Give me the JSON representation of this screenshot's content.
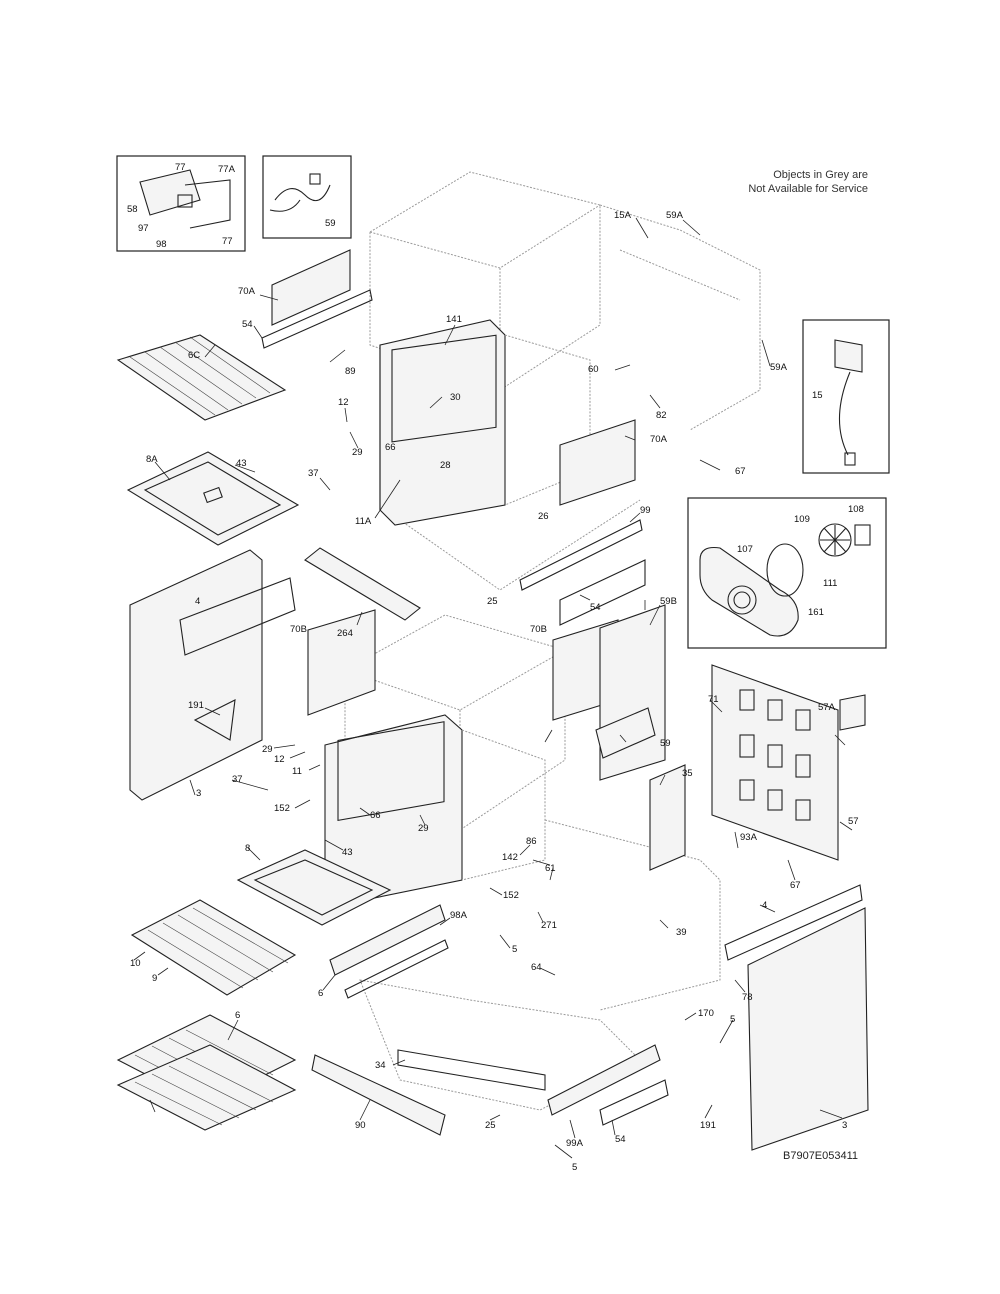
{
  "note": {
    "line1": "Objects in Grey are",
    "line2": "Not Available for Service"
  },
  "drawing_code": "B7907E053411",
  "part_labels": [
    "77",
    "77A",
    "58",
    "97",
    "98",
    "77",
    "59",
    "70A",
    "54",
    "6C",
    "89",
    "141",
    "12",
    "30",
    "29",
    "66",
    "28",
    "43",
    "8A",
    "37",
    "11A",
    "26",
    "15A",
    "59A",
    "60",
    "59A",
    "82",
    "15",
    "70A",
    "67",
    "99",
    "54",
    "264",
    "25",
    "4",
    "70B",
    "191",
    "3",
    "29",
    "12",
    "11",
    "37",
    "152",
    "66",
    "29",
    "43",
    "8",
    "70B",
    "59B",
    "59",
    "108",
    "109",
    "107",
    "111",
    "161",
    "71",
    "57A",
    "35",
    "57",
    "86",
    "142",
    "152",
    "61",
    "271",
    "39",
    "93A",
    "67",
    "98A",
    "10",
    "9",
    "5",
    "64",
    "6",
    "4",
    "78",
    "6",
    "34",
    "170",
    "5",
    "90",
    "25",
    "99A",
    "54",
    "191",
    "3",
    "5"
  ]
}
